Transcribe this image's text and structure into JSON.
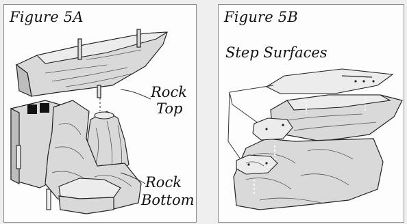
{
  "figure_a": {
    "title": "Figure 5A",
    "labels": {
      "rock_top_line1": "Rock",
      "rock_top_line2": "Top",
      "rock_bottom_line1": "Rock",
      "rock_bottom_line2": "Bottom"
    }
  },
  "figure_b": {
    "title": "Figure 5B",
    "labels": {
      "step_surfaces": "Step Surfaces"
    }
  }
}
